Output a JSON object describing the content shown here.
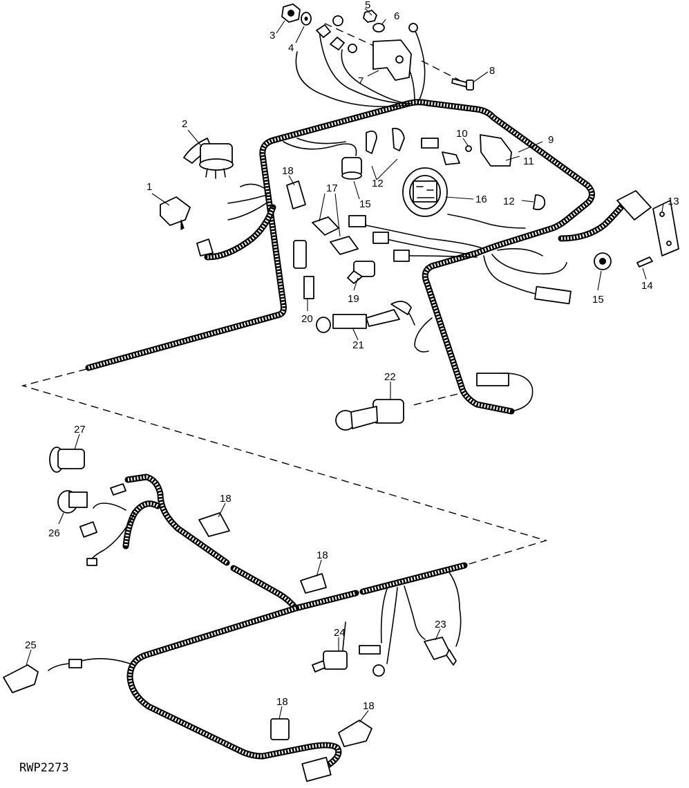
{
  "figure": {
    "reference_code": "RWP2273",
    "callouts": [
      "1",
      "2",
      "3",
      "4",
      "5",
      "6",
      "7",
      "8",
      "9",
      "10",
      "11",
      "12",
      "12",
      "13",
      "14",
      "15",
      "15",
      "16",
      "17",
      "18",
      "18",
      "18",
      "18",
      "18",
      "19",
      "20",
      "21",
      "22",
      "23",
      "24",
      "25",
      "26",
      "27"
    ]
  }
}
